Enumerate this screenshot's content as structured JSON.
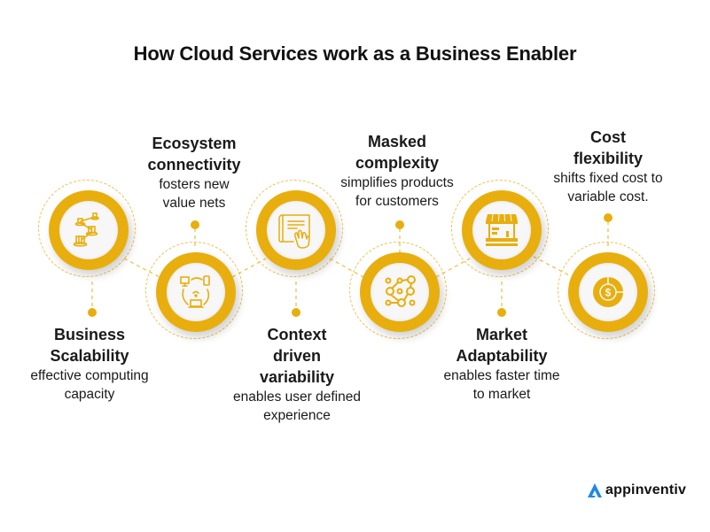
{
  "title": "How Cloud Services work as a Business Enabler",
  "accent_color": "#e8ae0d",
  "items": [
    {
      "heading": [
        "Business",
        "Scalability"
      ],
      "description": [
        "effective computing",
        "capacity"
      ],
      "icon": "scalability-network-icon",
      "position": "top",
      "label_side": "below"
    },
    {
      "heading": [
        "Ecosystem",
        "connectivity"
      ],
      "description": [
        "fosters new",
        "value nets"
      ],
      "icon": "connected-devices-icon",
      "position": "bottom",
      "label_side": "above"
    },
    {
      "heading": [
        "Context",
        "driven",
        "variability"
      ],
      "description": [
        "enables user defined",
        "experience"
      ],
      "icon": "hand-on-document-icon",
      "position": "top",
      "label_side": "below"
    },
    {
      "heading": [
        "Masked",
        "complexity"
      ],
      "description": [
        "simplifies products",
        "for customers"
      ],
      "icon": "network-nodes-icon",
      "position": "bottom",
      "label_side": "above"
    },
    {
      "heading": [
        "Market",
        "Adaptability"
      ],
      "description": [
        "enables faster time",
        "to market"
      ],
      "icon": "market-stall-icon",
      "position": "top",
      "label_side": "below"
    },
    {
      "heading": [
        "Cost",
        "flexibility"
      ],
      "description": [
        "shifts fixed cost to",
        "variable cost."
      ],
      "icon": "dollar-pie-chart-icon",
      "position": "bottom",
      "label_side": "above"
    }
  ],
  "brand": {
    "name": "appinventiv",
    "icon": "appinventiv-logo-icon"
  }
}
